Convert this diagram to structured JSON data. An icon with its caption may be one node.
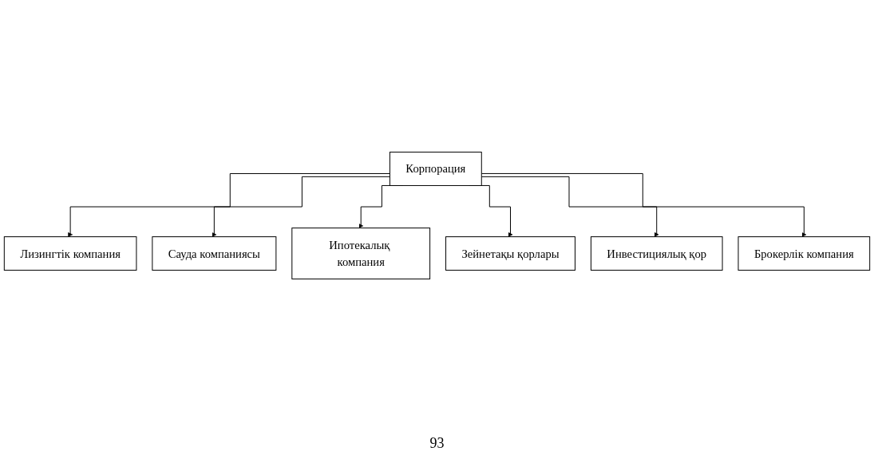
{
  "diagram": {
    "nodes": [
      {
        "text": [
          "Корпорация"
        ]
      },
      {
        "text": [
          "Лизингтік компания"
        ]
      },
      {
        "text": [
          "Сауда компаниясы"
        ]
      },
      {
        "text": [
          "Ипотекалық компания"
        ]
      },
      {
        "text": [
          "Зейнетақы қорлары"
        ]
      },
      {
        "text": [
          "Инвестициялық қор"
        ]
      },
      {
        "text": [
          "Брокерлік компания"
        ]
      }
    ],
    "edges": [
      {
        "from": 0,
        "to": 1,
        "arrow": "to"
      },
      {
        "from": 0,
        "to": 2,
        "arrow": "to"
      },
      {
        "from": 0,
        "to": 3,
        "arrow": "to"
      },
      {
        "from": 0,
        "to": 4,
        "arrow": "to"
      },
      {
        "from": 0,
        "to": 5,
        "arrow": "to"
      },
      {
        "from": 0,
        "to": 6,
        "arrow": "to"
      }
    ],
    "labels": [
      "93"
    ]
  }
}
